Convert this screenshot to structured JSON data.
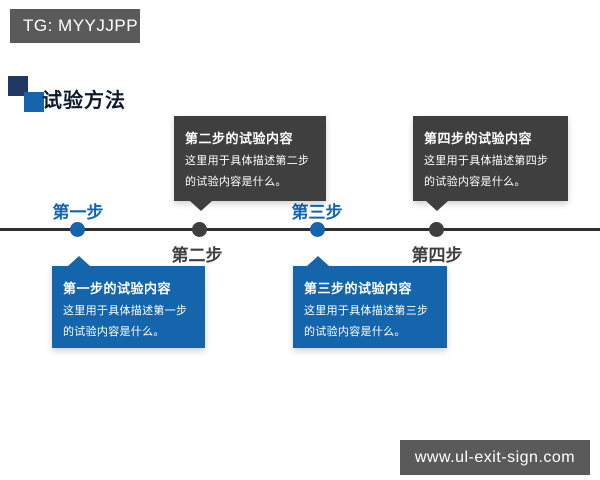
{
  "header_badge": {
    "label": "TG: MYYJJPP"
  },
  "section_title": {
    "text": "试验方法"
  },
  "footer_badge": {
    "label": "www.ul-exit-sign.com"
  },
  "colors": {
    "blue": "#1565ac",
    "dark": "#3f3f3f",
    "badge": "#5a5a5a",
    "navy": "#1f3864",
    "line": "#2f2f2f"
  },
  "steps": [
    {
      "label": "第一步",
      "title": "第一步的试验内容",
      "body": "这里用于具体描述第一步的试验内容是什么。",
      "accent": "blue",
      "callout_position": "below-line"
    },
    {
      "label": "第二步",
      "title": "第二步的试验内容",
      "body": "这里用于具体描述第二步的试验内容是什么。",
      "accent": "dark",
      "callout_position": "above-line"
    },
    {
      "label": "第三步",
      "title": "第三步的试验内容",
      "body": "这里用于具体描述第三步的试验内容是什么。",
      "accent": "blue",
      "callout_position": "below-line"
    },
    {
      "label": "第四步",
      "title": "第四步的试验内容",
      "body": "这里用于具体描述第四步的试验内容是什么。",
      "accent": "dark",
      "callout_position": "above-line"
    }
  ]
}
